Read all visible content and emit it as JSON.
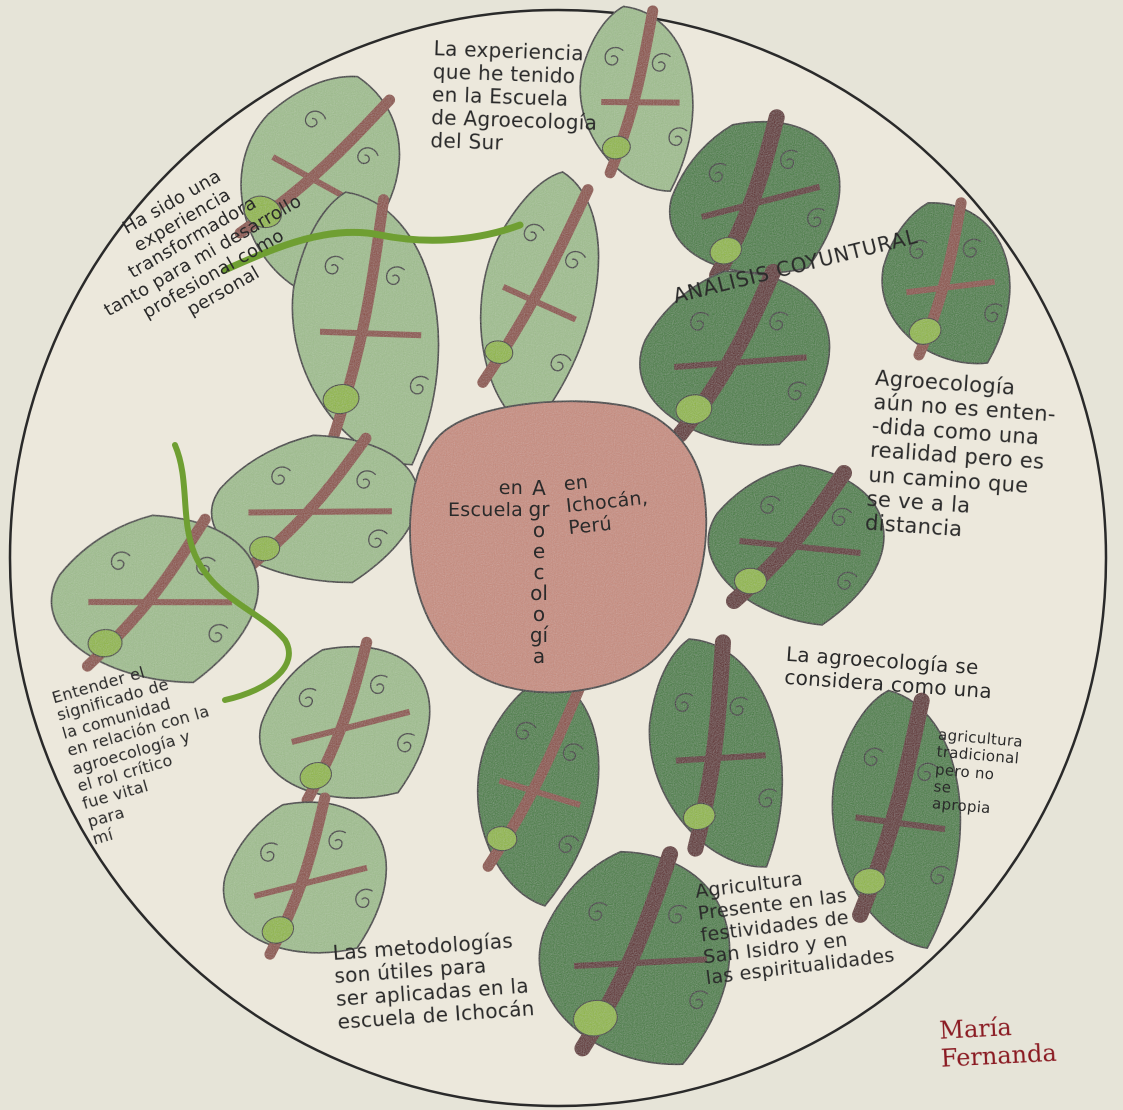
{
  "colors": {
    "background": "#e6e4d8",
    "disc": "#ece8dc",
    "leaf_light": "#9fbf8c",
    "leaf_dark": "#3f7d3a",
    "vein": "#8a4a3c",
    "vein_dark": "#5a1f1a",
    "spot": "#8fb83a",
    "center": "#c98a7c",
    "ink": "#2a2a2a",
    "signature": "#8a1a22"
  },
  "notes": {
    "top": "La experiencia\nque he tenido\nen la Escuela\nde Agroecología\ndel Sur",
    "upper_left": "Ha sido una\nexperiencia\ntransformadora\ntanto para mi desarrollo\nprofesional como\npersonal",
    "arc": "ANALISIS COYUNTURAL",
    "right_top": "Agroecología\naún no es enten-\n-dida como una\nrealidad pero es\nun camino que\nse ve a la\ndistancia",
    "right_mid": "La agroecología se\nconsidera como una",
    "right_inner": "agricultura\ntradicional\npero no\nse\napropia",
    "left_bottom": "Entender el\nsignificado de\nla comunidad\nen relación con la\nagroecología y\nel rol crítico\nfue vital\npara\nmí",
    "bottom_center": "Las metodologías\nson útiles para\nser aplicadas en la\nescuela de Ichocán",
    "bottom_right": "Agricultura\nPresente en las\nfestividades de\nSan Isidro y en\nlas espiritualidades"
  },
  "center": {
    "left_words": "en\nEscuela",
    "vertical_word": "Agroecología",
    "right_words": "en\nIchocán,\nPerú"
  },
  "signature": "María Fernanda"
}
